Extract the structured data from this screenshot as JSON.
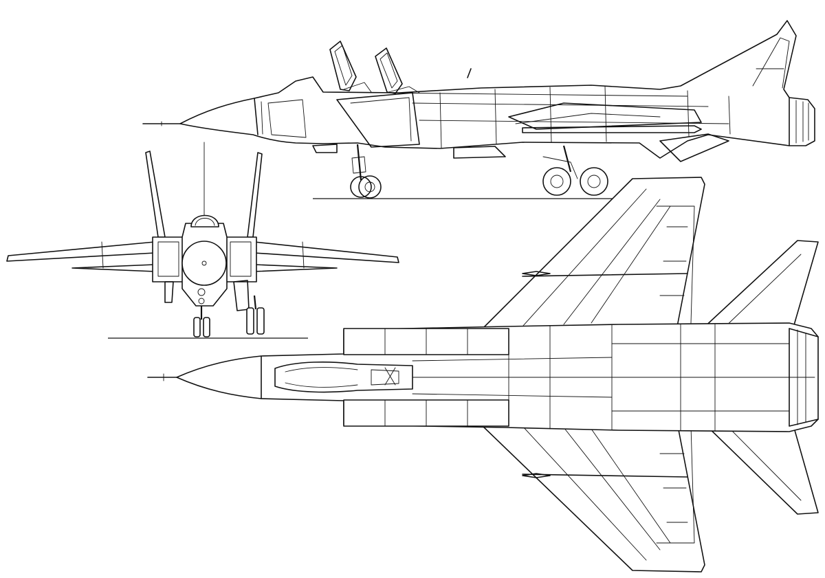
{
  "drawing": {
    "views": [
      {
        "id": "side-view",
        "name": "side-view"
      },
      {
        "id": "front-view",
        "name": "front-view"
      },
      {
        "id": "top-view",
        "name": "top-view"
      }
    ],
    "stroke_color": "#111111",
    "background_color": "#ffffff"
  }
}
